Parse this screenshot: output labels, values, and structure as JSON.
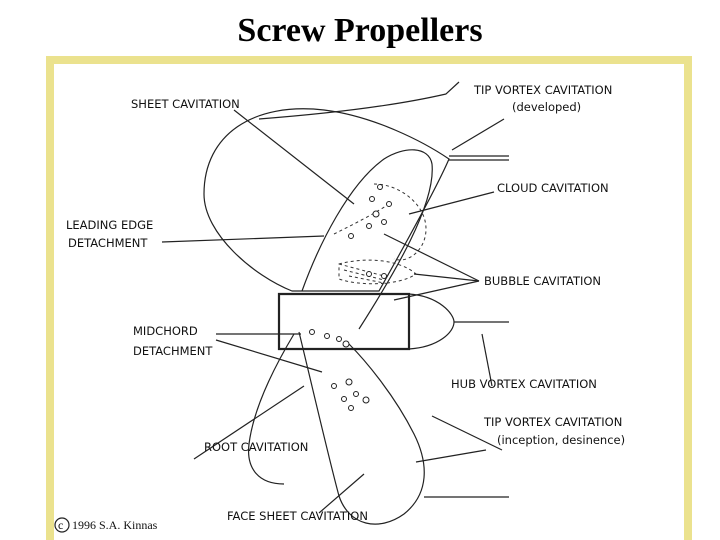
{
  "title": "Screw Propellers",
  "labels": {
    "sheet_cavitation": "SHEET CAVITATION",
    "tip_vortex_developed_1": "TIP VORTEX CAVITATION",
    "tip_vortex_developed_2": "(developed)",
    "cloud_cavitation": "CLOUD CAVITATION",
    "leading_edge_1": "LEADING EDGE",
    "leading_edge_2": "DETACHMENT",
    "bubble_cavitation": "BUBBLE CAVITATION",
    "midchord_1": "MIDCHORD",
    "midchord_2": "DETACHMENT",
    "hub_vortex": "HUB VORTEX CAVITATION",
    "tip_vortex_inception_1": "TIP VORTEX CAVITATION",
    "tip_vortex_inception_2": "(inception, desinence)",
    "root_cavitation": "ROOT CAVITATION",
    "face_sheet": "FACE  SHEET CAVITATION",
    "copyright_symbol": "c",
    "copyright_text": "1996 S.A. Kinnas"
  }
}
